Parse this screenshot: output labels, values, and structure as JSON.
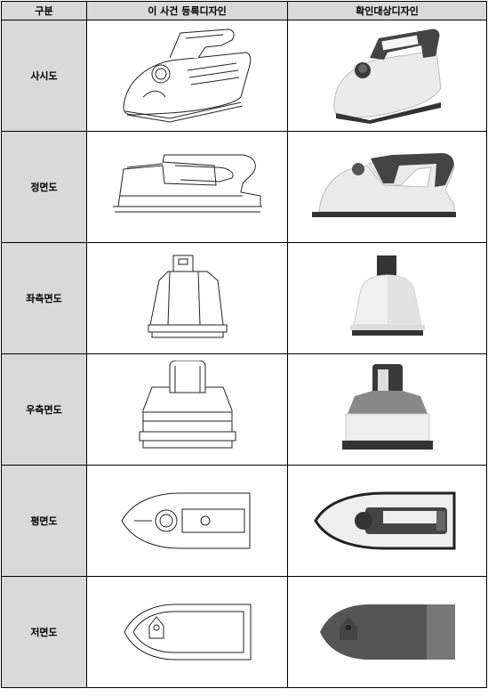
{
  "header": {
    "col_category": "구분",
    "col_registered": "이 사건 등록디자인",
    "col_target": "확인대상디자인"
  },
  "rows": [
    {
      "label": "사시도"
    },
    {
      "label": "정면도"
    },
    {
      "label": "좌측면도"
    },
    {
      "label": "우측면도"
    },
    {
      "label": "평면도"
    },
    {
      "label": "저면도"
    }
  ]
}
